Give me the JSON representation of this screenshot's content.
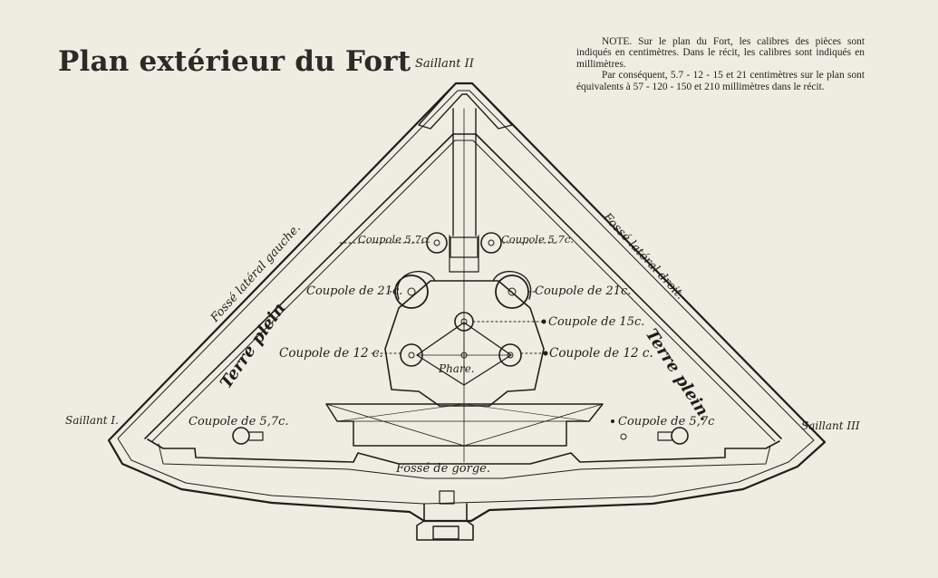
{
  "title": "Plan extérieur du Fort",
  "note": {
    "paragraph_1": "NOTE. Sur le plan du Fort, les calibres des pièces sont indiqués en centimètres. Dans le récit, les calibres sont indiqués en millimètres.",
    "paragraph_2": "Par conséquent, 5.7 - 12 - 15 et 21 centimètres sur le plan sont équivalents à 57 - 120 - 150 et 210 millimètres dans le récit."
  },
  "labels": {
    "saillant_1": "Saillant I.",
    "saillant_2": "Saillant II",
    "saillant_3": "Saillant III",
    "fosse_gauche": "Fossé latéral gauche.",
    "fosse_droit": "Fossé latéral droit.",
    "fosse_gorge": "Fossé de gorge.",
    "terre_plein_left": "Terre plein",
    "terre_plein_right": "Terre plein.",
    "coupole_57_left": "Coupole 5,7c.",
    "coupole_57_right": "Coupole 5,7c.",
    "coupole_21_left": "Coupole de 21c.",
    "coupole_21_right": "Coupole de 21c.",
    "coupole_15": "Coupole de 15c.",
    "coupole_12_left": "Coupole de 12 c.",
    "coupole_12_right": "Coupole de 12 c.",
    "coupole_57_bottom_left": "Coupole de 5,7c.",
    "coupole_57_bottom_right": "Coupole de 5,7c",
    "phare": "Phare."
  },
  "colors": {
    "paper": "#efede1",
    "ink": "#1e1e1c"
  }
}
